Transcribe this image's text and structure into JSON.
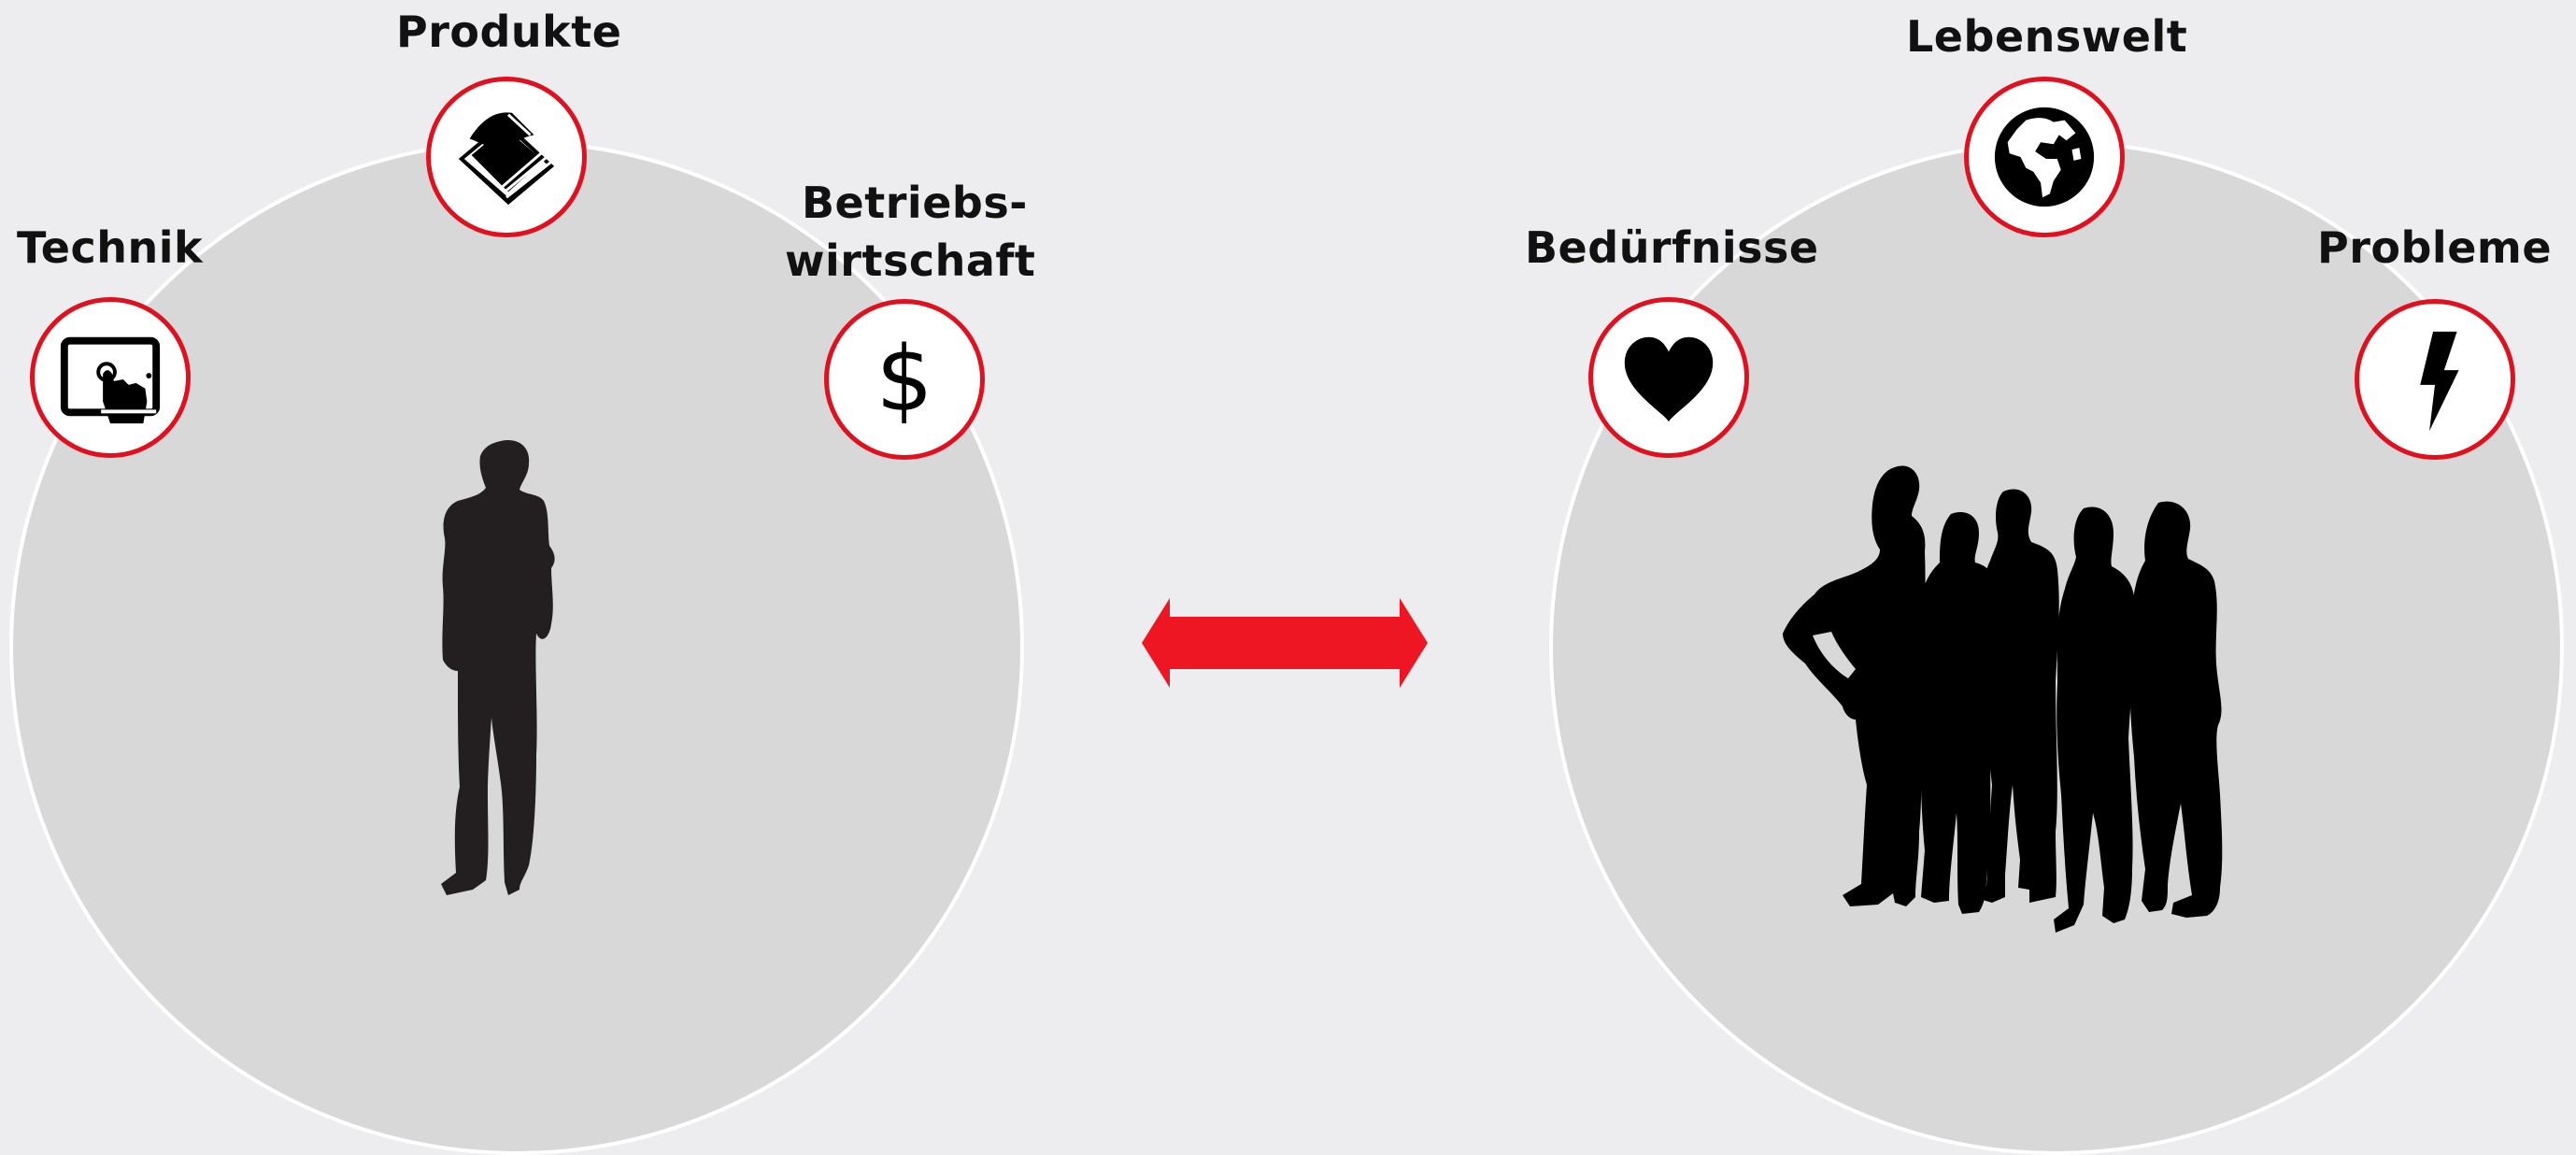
{
  "left_circle": {
    "items": [
      {
        "label": "Produkte",
        "icon": "book-icon"
      },
      {
        "label": "Technik",
        "icon": "tablet-touch-icon"
      },
      {
        "label_line1": "Betriebs-",
        "label_line2": "wirtschaft",
        "icon": "dollar-icon"
      }
    ],
    "figure": "single-person-silhouette"
  },
  "right_circle": {
    "items": [
      {
        "label": "Lebenswelt",
        "icon": "globe-icon"
      },
      {
        "label": "Bedürfnisse",
        "icon": "heart-icon"
      },
      {
        "label": "Probleme",
        "icon": "lightning-icon"
      }
    ],
    "figure": "group-silhouette"
  },
  "dollar_glyph": "$",
  "colors": {
    "accent": "#e0101e",
    "circle_fill": "#d8d8d8",
    "background": "#ededef",
    "silhouette": "#000000"
  }
}
